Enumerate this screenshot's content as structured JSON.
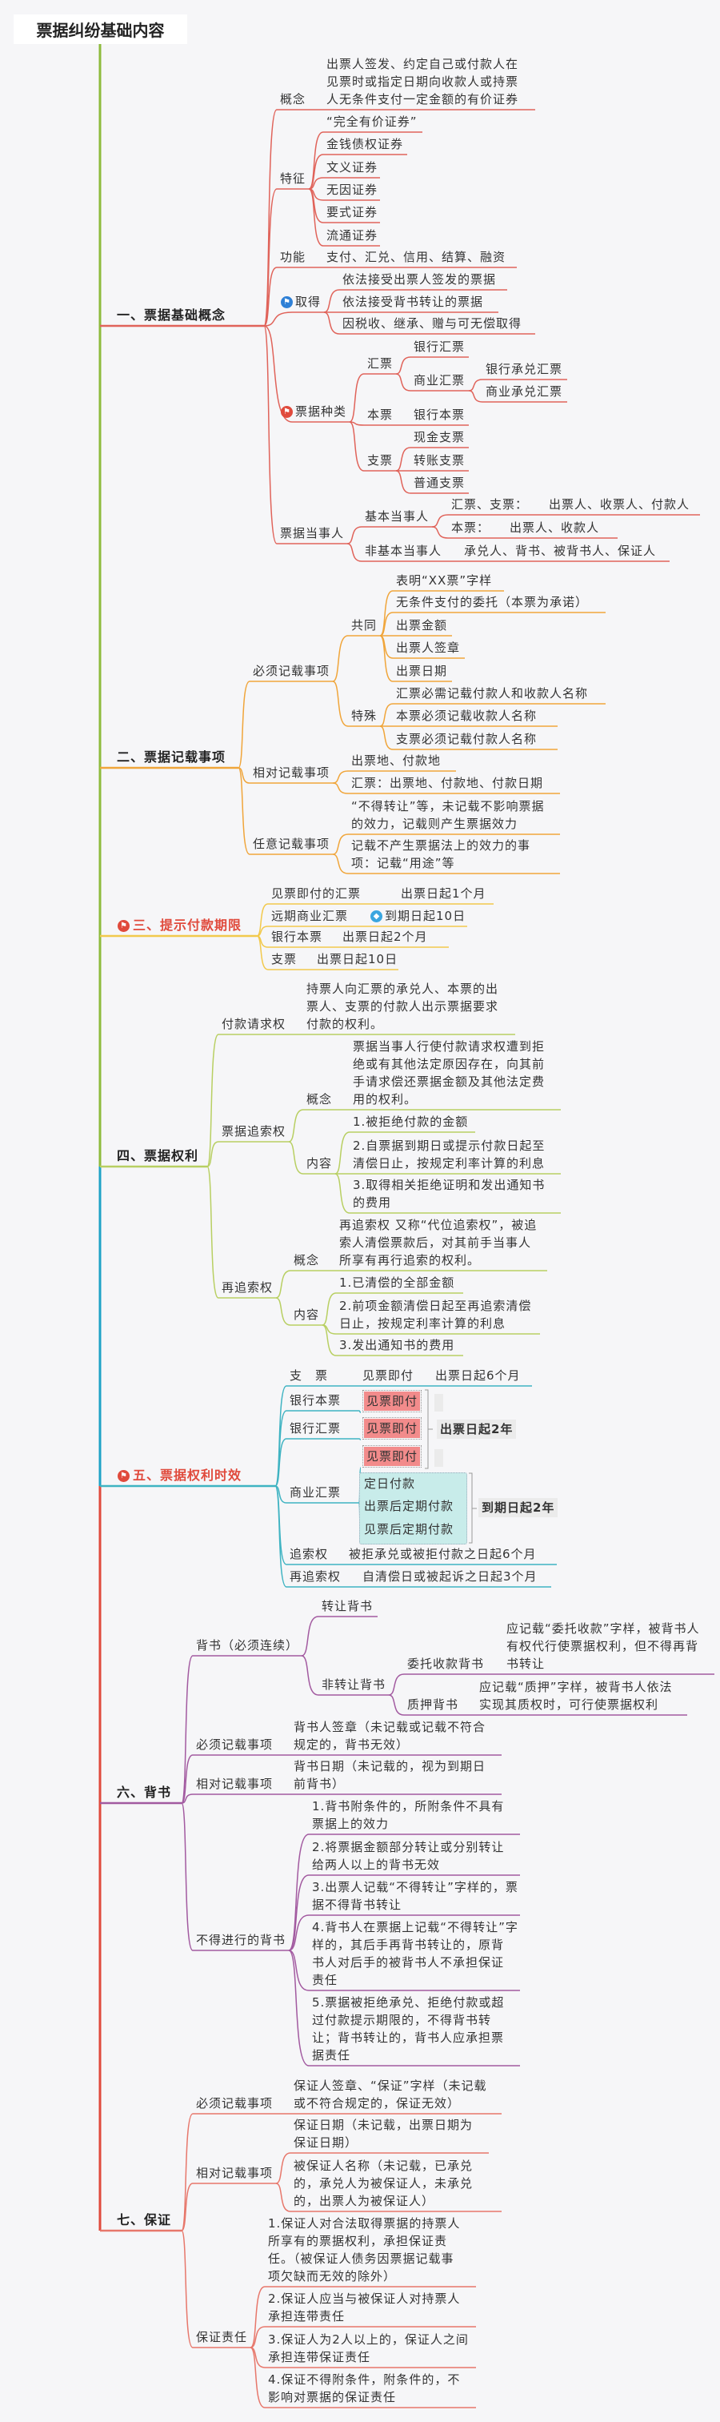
{
  "title": "票据纠纷基础内容",
  "colors": {
    "s1": "#e0635a",
    "s2": "#f0a53a",
    "s3": "#f2c94c",
    "s4": "#b8cf62",
    "s5": "#3fb3c2",
    "s6": "#a25aa0",
    "s7": "#e7776b",
    "spine_top": "#8dbb3c",
    "spine_mid": "#1ea3c6",
    "spine_bottom": "#e04a3c"
  },
  "s1": {
    "label": "一、票据基础概念",
    "concept": {
      "label": "概念",
      "text": "出票人签发、约定自己或付款人在\n见票时或指定日期向收款人或持票\n人无条件支付一定金额的有价证券"
    },
    "features": {
      "label": "特征",
      "items": [
        "“完全有价证券”",
        "金钱债权证券",
        "文义证券",
        "无因证券",
        "要式证券",
        "流通证券"
      ]
    },
    "function": {
      "label": "功能",
      "text": "支付、汇兑、信用、结算、融资"
    },
    "acquire": {
      "label": "取得",
      "items": [
        "依法接受出票人签发的票据",
        "依法接受背书转让的票据",
        "因税收、继承、赠与可无偿取得"
      ]
    },
    "types": {
      "label": "票据种类",
      "draft": {
        "label": "汇票",
        "bank": "银行汇票",
        "commercial": {
          "label": "商业汇票",
          "items": [
            "银行承兑汇票",
            "商业承兑汇票"
          ]
        }
      },
      "note": {
        "label": "本票",
        "items": [
          "银行本票"
        ]
      },
      "cheque": {
        "label": "支票",
        "items": [
          "现金支票",
          "转账支票",
          "普通支票"
        ]
      }
    },
    "parties": {
      "label": "票据当事人",
      "basic": {
        "label": "基本当事人",
        "rows": [
          {
            "k": "汇票、支票：",
            "v": "出票人、收票人、付款人"
          },
          {
            "k": "本票：",
            "v": "出票人、收款人"
          }
        ]
      },
      "nonbasic": {
        "label": "非基本当事人",
        "v": "承兑人、背书、被背书人、保证人"
      }
    }
  },
  "s2": {
    "label": "二、票据记载事项",
    "mandatory": {
      "label": "必须记载事项",
      "common": {
        "label": "共同",
        "items": [
          "表明“XX票”字样",
          "无条件支付的委托（本票为承诺）",
          "出票金额",
          "出票人签章",
          "出票日期"
        ]
      },
      "special": {
        "label": "特殊",
        "items": [
          "汇票必需记载付款人和收款人名称",
          "本票必须记载收款人名称",
          "支票必须记载付款人名称"
        ]
      }
    },
    "relative": {
      "label": "相对记载事项",
      "items": [
        "出票地、付款地",
        "汇票：出票地、付款地、付款日期"
      ]
    },
    "optional": {
      "label": "任意记载事项",
      "items": [
        "“不得转让”等，未记载不影响票据\n的效力，记载则产生票据效力",
        "记载不产生票据法上的效力的事\n项：记载“用途”等"
      ]
    }
  },
  "s3": {
    "label": "三、提示付款期限",
    "rows": [
      {
        "k": "见票即付的汇票",
        "v": "出票日起1个月"
      },
      {
        "k": "远期商业汇票",
        "v": "到期日起10日"
      },
      {
        "k": "银行本票",
        "v": "出票日起2个月"
      },
      {
        "k": "支票",
        "v": "出票日起10日"
      }
    ]
  },
  "s4": {
    "label": "四、票据权利",
    "payment": {
      "label": "付款请求权",
      "text": "持票人向汇票的承兑人、本票的出\n票人、支票的付款人出示票据要求\n付款的权利。"
    },
    "recourse": {
      "label": "票据追索权",
      "concept": {
        "label": "概念",
        "text": "票据当事人行使付款请求权遭到拒\n绝或有其他法定原因存在，向其前\n手请求偿还票据金额及其他法定费\n用的权利。"
      },
      "content": {
        "label": "内容",
        "items": [
          "1.被拒绝付款的金额",
          "2.自票据到期日或提示付款日起至\n清偿日止，按规定利率计算的利息",
          "3.取得相关拒绝证明和发出通知书\n的费用"
        ]
      }
    },
    "rerecourse": {
      "label": "再追索权",
      "concept": {
        "label": "概念",
        "text": "再追索权 又称“代位追索权”，被追\n索人清偿票款后，对其前手当事人\n所享有再行追索的权利。"
      },
      "content": {
        "label": "内容",
        "items": [
          "1.已清偿的全部金额",
          "2.前项金额清偿日起至再追索清偿\n日止，按规定利率计算的利息",
          "3.发出通知书的费用"
        ]
      }
    }
  },
  "s5": {
    "label": "五、票据权利时效",
    "cheque": {
      "k": "支　票",
      "v1": "见票即付",
      "v2": "出票日起6个月"
    },
    "bank_note": {
      "k": "银行本票",
      "v": "见票即付"
    },
    "bank_draft": {
      "k": "银行汇票",
      "v": "见票即付"
    },
    "sight_group_label": "出票日起2年",
    "commercial": {
      "k": "商业汇票",
      "sight": "见票即付",
      "items": [
        "定日付款",
        "出票后定期付款",
        "见票后定期付款"
      ],
      "group_label": "到期日起2年"
    },
    "recourse": {
      "k": "追索权",
      "v": "被拒承兑或被拒付款之日起6个月"
    },
    "rerecourse": {
      "k": "再追索权",
      "v": "自清偿日或被起诉之日起3个月"
    }
  },
  "s6": {
    "label": "六、背书",
    "endorse": {
      "label": "背书（必须连续）",
      "transfer": "转让背书",
      "nontransfer": {
        "label": "非转让背书",
        "collection": {
          "label": "委托收款背书",
          "text": "应记载“委托收款”字样，被背书人\n有权代行使票据权利，但不得再背\n书转让"
        },
        "pledge": {
          "label": "质押背书",
          "text": "应记载“质押”字样，被背书人依法\n实现其质权时，可行使票据权利"
        }
      }
    },
    "mandatory": {
      "label": "必须记载事项",
      "text": "背书人签章（未记载或记载不符合\n规定的，背书无效）"
    },
    "relative": {
      "label": "相对记载事项",
      "text": "背书日期（未记载的，视为到期日\n前背书）"
    },
    "forbidden": {
      "label": "不得进行的背书",
      "items": [
        "1.背书附条件的，所附条件不具有\n票据上的效力",
        "2.将票据金额部分转让或分别转让\n给两人以上的背书无效",
        "3.出票人记载“不得转让”字样的，票\n据不得背书转让",
        "4.背书人在票据上记载“不得转让”字\n样的，其后手再背书转让的，原背\n书人对后手的被背书人不承担保证\n责任",
        "5.票据被拒绝承兑、拒绝付款或超\n过付款提示期限的，不得背书转\n让；背书转让的，背书人应承担票\n据责任"
      ]
    }
  },
  "s7": {
    "label": "七、保证",
    "mandatory": {
      "label": "必须记载事项",
      "text": "保证人签章、“保证”字样（未记载\n或不符合规定的，保证无效）"
    },
    "relative": {
      "label": "相对记载事项",
      "items": [
        "保证日期（未记载，出票日期为\n保证日期）",
        "被保证人名称（未记载，已承兑\n的，承兑人为被保证人，未承兑\n的，出票人为被保证人）"
      ]
    },
    "liability": {
      "label": "保证责任",
      "items": [
        "1.保证人对合法取得票据的持票人\n所享有的票据权利，承担保证责\n任。（被保证人债务因票据记载事\n项欠缺而无效的除外）",
        "2.保证人应当与被保证人对持票人\n承担连带责任",
        "3.保证人为2人以上的，保证人之间\n承担连带保证责任",
        "4.保证不得附条件，附条件的，不\n影响对票据的保证责任"
      ]
    }
  }
}
